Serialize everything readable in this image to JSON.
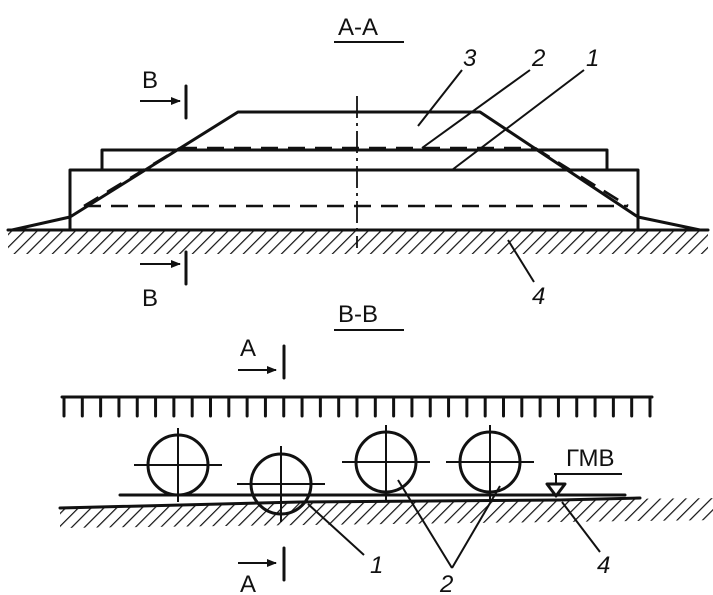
{
  "section_aa": {
    "title": "А-А",
    "cut_mark": "В",
    "callouts": [
      "1",
      "2",
      "3",
      "4"
    ]
  },
  "section_bb": {
    "title": "В-В",
    "cut_mark": "А",
    "water_level": "ГМВ",
    "callouts": [
      "1",
      "2",
      "4"
    ]
  }
}
